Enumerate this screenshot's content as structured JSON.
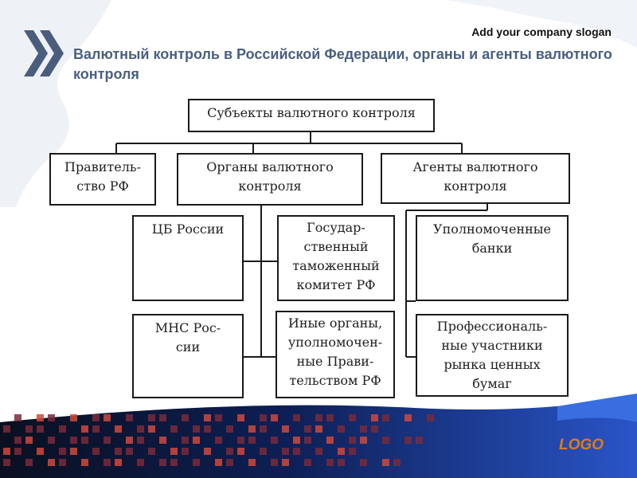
{
  "slogan": "Add your company slogan",
  "title": "Валютный контроль в Российской Федерации, органы и агенты валютного контроля",
  "logo": "LOGO",
  "diagram": {
    "root": "Субъекты валютного контроля",
    "government": "Правитель-\nство РФ",
    "organs": {
      "label": "Органы валютного\nконтроля",
      "children": [
        "ЦБ России",
        "Государ-\nственный\nтаможенный\nкомитет РФ",
        "МНС Рос-\nсии",
        "Иные органы,\nуполномочен-\nные Прави-\nтельством РФ"
      ]
    },
    "agents": {
      "label": "Агенты валютного\nконтроля",
      "children": [
        "Уполномоченные\nбанки",
        "Профессиональ-\nные участники\nрынка ценных\nбумаг"
      ]
    }
  },
  "colors": {
    "title": "#4a5f80",
    "logo": "#e07c12",
    "footer_blue": "#1b3f9c",
    "chevron": "#4b5d7d"
  }
}
